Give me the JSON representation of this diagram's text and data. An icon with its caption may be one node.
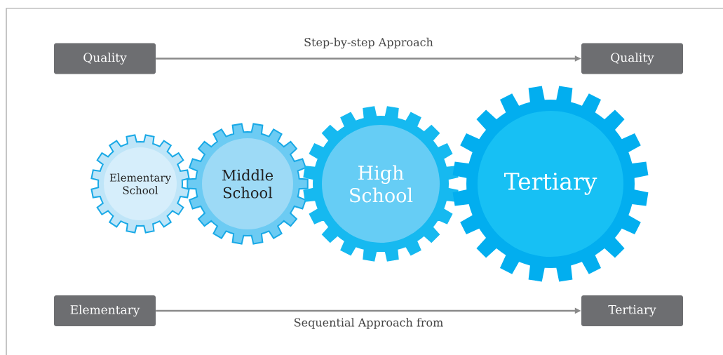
{
  "diagram": {
    "nodes": [
      {
        "text": [
          "Quality"
        ]
      },
      {
        "text": [
          "Quality"
        ]
      },
      {
        "text": [
          "Elementary School"
        ]
      },
      {
        "text": [
          "Middle School"
        ]
      },
      {
        "text": [
          "High School"
        ]
      },
      {
        "text": [
          "Tertiary"
        ]
      },
      {
        "text": [
          "Elementary"
        ]
      },
      {
        "text": [
          "Tertiary"
        ]
      }
    ],
    "edges": [
      {
        "from": 0,
        "to": 1,
        "arrow": "to",
        "label": "Step-by-step Approach"
      },
      {
        "from": 6,
        "to": 7,
        "arrow": "to",
        "label": "Sequential Approach from"
      }
    ]
  }
}
